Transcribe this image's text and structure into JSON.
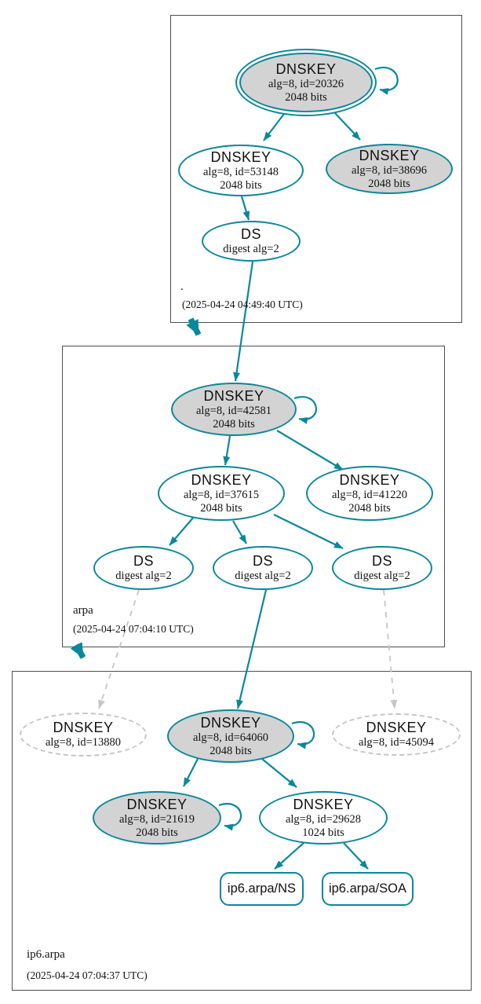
{
  "colors": {
    "teal": "#0a879a",
    "node_fill_gray": "#d3d3d3",
    "dashed_gray": "#c6c6c6",
    "zone_box_border": "#4d4d4d"
  },
  "zones": {
    "root": {
      "label": ".",
      "timestamp": "(2025-04-24 04:49:40 UTC)",
      "ksk": {
        "title": "DNSKEY",
        "alg": "alg=8, id=20326",
        "bits": "2048 bits"
      },
      "zsk": {
        "title": "DNSKEY",
        "alg": "alg=8, id=53148",
        "bits": "2048 bits"
      },
      "key2": {
        "title": "DNSKEY",
        "alg": "alg=8, id=38696",
        "bits": "2048 bits"
      },
      "ds": {
        "title": "DS",
        "alg": "digest alg=2"
      }
    },
    "arpa": {
      "label": "arpa",
      "timestamp": "(2025-04-24 07:04:10 UTC)",
      "ksk": {
        "title": "DNSKEY",
        "alg": "alg=8, id=42581",
        "bits": "2048 bits"
      },
      "zsk": {
        "title": "DNSKEY",
        "alg": "alg=8, id=37615",
        "bits": "2048 bits"
      },
      "key2": {
        "title": "DNSKEY",
        "alg": "alg=8, id=41220",
        "bits": "2048 bits"
      },
      "ds1": {
        "title": "DS",
        "alg": "digest alg=2"
      },
      "ds2": {
        "title": "DS",
        "alg": "digest alg=2"
      },
      "ds3": {
        "title": "DS",
        "alg": "digest alg=2"
      }
    },
    "ip6": {
      "label": "ip6.arpa",
      "timestamp": "(2025-04-24 07:04:37 UTC)",
      "missing1": {
        "title": "DNSKEY",
        "alg": "alg=8, id=13880"
      },
      "ksk": {
        "title": "DNSKEY",
        "alg": "alg=8, id=64060",
        "bits": "2048 bits"
      },
      "missing2": {
        "title": "DNSKEY",
        "alg": "alg=8, id=45094"
      },
      "key2": {
        "title": "DNSKEY",
        "alg": "alg=8, id=21619",
        "bits": "2048 bits"
      },
      "zsk": {
        "title": "DNSKEY",
        "alg": "alg=8, id=29628",
        "bits": "1024 bits"
      },
      "rrset_ns": {
        "label": "ip6.arpa/NS"
      },
      "rrset_soa": {
        "label": "ip6.arpa/SOA"
      }
    }
  },
  "edges": [
    {
      "from": "./DNSKEY-20326",
      "to": "./DNSKEY-20326",
      "style": "self-loop"
    },
    {
      "from": "./DNSKEY-20326",
      "to": "./DNSKEY-53148",
      "style": "solid"
    },
    {
      "from": "./DNSKEY-20326",
      "to": "./DNSKEY-38696",
      "style": "solid"
    },
    {
      "from": "./DNSKEY-53148",
      "to": "./DS",
      "style": "solid"
    },
    {
      "from": "./DS",
      "to": "arpa/DNSKEY-42581",
      "style": "solid"
    },
    {
      "from": ". zone",
      "to": "arpa zone",
      "style": "thick-delegation"
    },
    {
      "from": "arpa/DNSKEY-42581",
      "to": "arpa/DNSKEY-42581",
      "style": "self-loop"
    },
    {
      "from": "arpa/DNSKEY-42581",
      "to": "arpa/DNSKEY-37615",
      "style": "solid"
    },
    {
      "from": "arpa/DNSKEY-42581",
      "to": "arpa/DNSKEY-41220",
      "style": "solid"
    },
    {
      "from": "arpa/DNSKEY-37615",
      "to": "arpa/DS-1",
      "style": "solid"
    },
    {
      "from": "arpa/DNSKEY-37615",
      "to": "arpa/DS-2",
      "style": "solid"
    },
    {
      "from": "arpa/DNSKEY-37615",
      "to": "arpa/DS-3",
      "style": "solid"
    },
    {
      "from": "arpa/DS-1",
      "to": "ip6.arpa/DNSKEY-13880",
      "style": "dashed"
    },
    {
      "from": "arpa/DS-2",
      "to": "ip6.arpa/DNSKEY-64060",
      "style": "solid"
    },
    {
      "from": "arpa/DS-3",
      "to": "ip6.arpa/DNSKEY-45094",
      "style": "dashed"
    },
    {
      "from": "arpa zone",
      "to": "ip6.arpa zone",
      "style": "thick-delegation"
    },
    {
      "from": "ip6.arpa/DNSKEY-64060",
      "to": "ip6.arpa/DNSKEY-64060",
      "style": "self-loop"
    },
    {
      "from": "ip6.arpa/DNSKEY-64060",
      "to": "ip6.arpa/DNSKEY-21619",
      "style": "solid"
    },
    {
      "from": "ip6.arpa/DNSKEY-64060",
      "to": "ip6.arpa/DNSKEY-29628",
      "style": "solid"
    },
    {
      "from": "ip6.arpa/DNSKEY-21619",
      "to": "ip6.arpa/DNSKEY-21619",
      "style": "self-loop"
    },
    {
      "from": "ip6.arpa/DNSKEY-29628",
      "to": "ip6.arpa/NS",
      "style": "solid"
    },
    {
      "from": "ip6.arpa/DNSKEY-29628",
      "to": "ip6.arpa/SOA",
      "style": "solid"
    }
  ]
}
